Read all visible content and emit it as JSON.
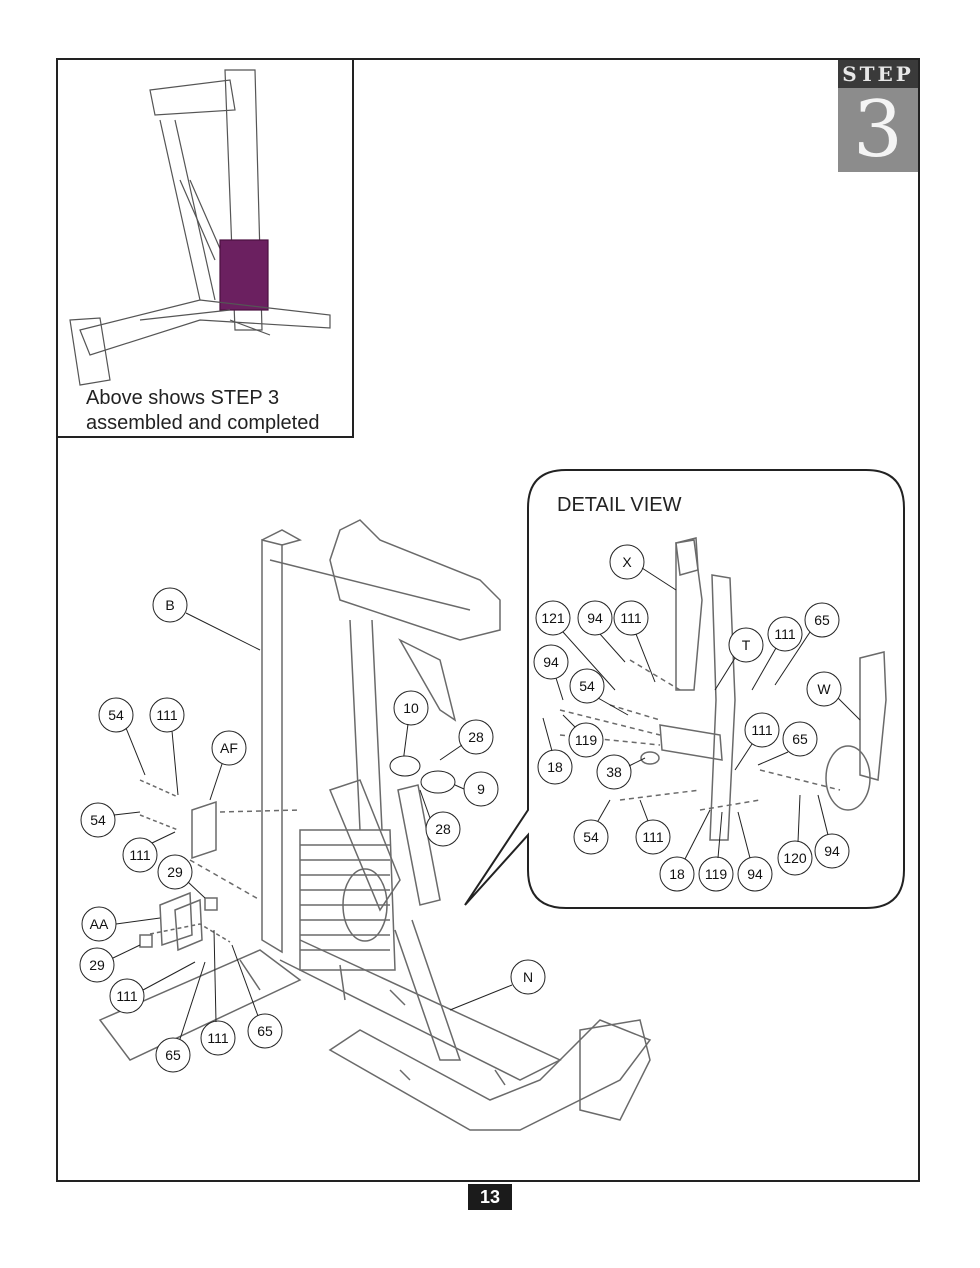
{
  "step_badge": {
    "word": "STEP",
    "number": "3"
  },
  "inset": {
    "caption_line1": "Above shows STEP  3",
    "caption_line2": "assembled and completed"
  },
  "detail_view": {
    "title": "DETAIL VIEW"
  },
  "page_number": "13",
  "labels": {
    "B": "B",
    "N": "N",
    "AF": "AF",
    "AA": "AA",
    "X": "X",
    "T": "T",
    "W": "W",
    "p54a": "54",
    "p111a": "111",
    "p54b": "54",
    "p111b": "111",
    "p29a": "29",
    "p29b": "29",
    "p111c": "111",
    "p65a": "65",
    "p111d": "111",
    "p65b": "65",
    "p10": "10",
    "p28a": "28",
    "p9": "9",
    "p28b": "28",
    "d121": "121",
    "d94a": "94",
    "d111a": "111",
    "d111b": "111",
    "d65a": "65",
    "d94b": "94",
    "d54a": "54",
    "d119a": "119",
    "d18a": "18",
    "d38": "38",
    "d111c": "111",
    "d65b": "65",
    "d54b": "54",
    "d111d": "111",
    "d120": "120",
    "d94c": "94",
    "d18b": "18",
    "d119b": "119",
    "d94d": "94"
  }
}
